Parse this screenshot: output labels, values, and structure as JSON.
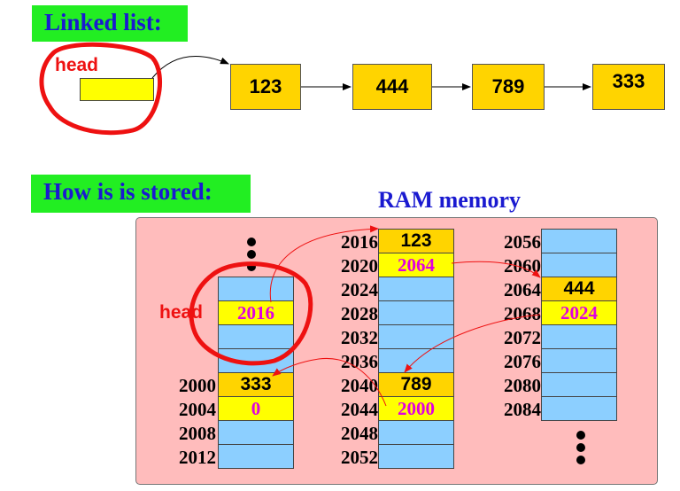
{
  "linked_list": {
    "title": "Linked list:",
    "head_label": "head",
    "nodes": [
      "123",
      "444",
      "789",
      "333"
    ]
  },
  "storage": {
    "title": "How is is stored:",
    "ram_title": "RAM memory",
    "head_label": "head",
    "col1": {
      "head_value": "2016",
      "addresses": [
        "2000",
        "2004",
        "2008",
        "2012"
      ],
      "values": [
        "333",
        "0"
      ]
    },
    "col2": {
      "addresses": [
        "2016",
        "2020",
        "2024",
        "2028",
        "2032",
        "2036",
        "2040",
        "2044",
        "2048",
        "2052"
      ],
      "values": [
        "123",
        "2064",
        "789",
        "2000"
      ]
    },
    "col3": {
      "addresses": [
        "2056",
        "2060",
        "2064",
        "2068",
        "2072",
        "2076",
        "2080",
        "2084"
      ],
      "values": [
        "444",
        "2024"
      ]
    }
  },
  "colors": {
    "title_bg": "#22ee22",
    "title_text": "#1a1ad0",
    "node_fill": "#ffd400",
    "pointer_cell": "#ffff00",
    "empty_cell": "#8ccfff",
    "ram_bg": "#ffbcbc",
    "pointer_text": "#e000e0",
    "highlight_red": "#ee1111"
  }
}
